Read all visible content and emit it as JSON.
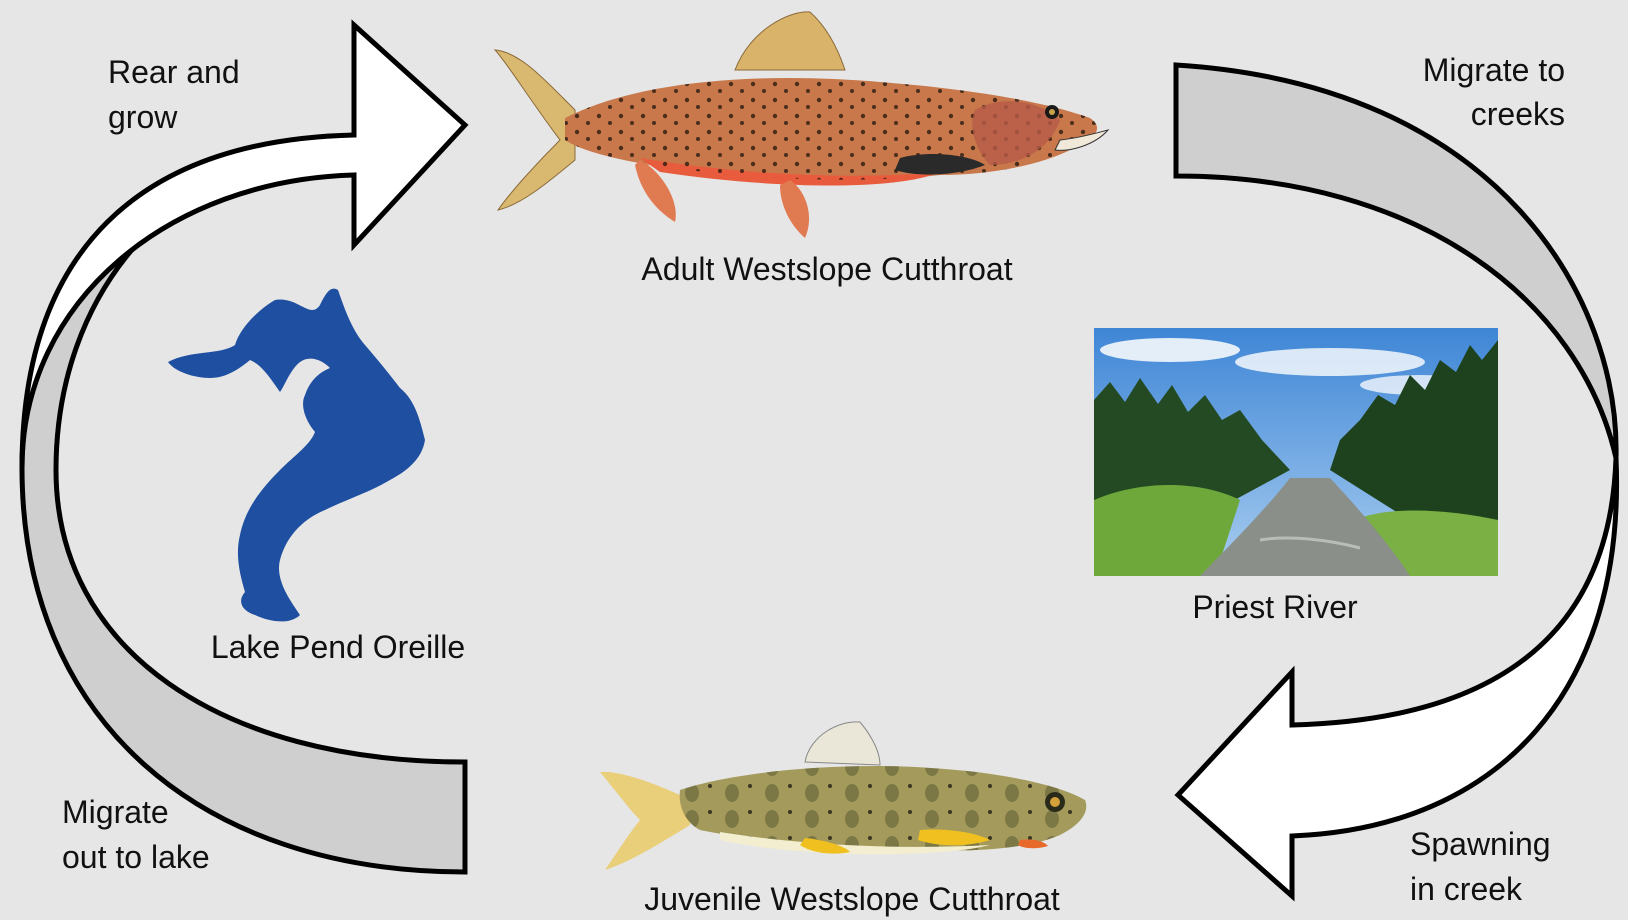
{
  "diagram": {
    "stages": {
      "adult": {
        "label": "Adult Westslope Cutthroat"
      },
      "juvenile": {
        "label": "Juvenile Westslope Cutthroat"
      },
      "lake": {
        "label": "Lake Pend Oreille"
      },
      "river": {
        "label": "Priest River"
      }
    },
    "arrows": {
      "rear_grow": {
        "line1": "Rear and",
        "line2": "grow"
      },
      "migrate_creeks": {
        "line1": "Migrate to",
        "line2": "creeks"
      },
      "spawning": {
        "line1": "Spawning",
        "line2": "in creek"
      },
      "migrate_lake": {
        "line1": "Migrate",
        "line2": "out to lake"
      }
    }
  },
  "colors": {
    "background": "#e6e6e6",
    "arrow_white": "#ffffff",
    "arrow_gray": "#cfcfcf",
    "lake_blue": "#1f4fa0",
    "adult_fish_body": "#c8784a",
    "adult_fish_belly": "#e85b3c",
    "juvenile_fish_body": "#a49a5c",
    "sky": "#5e9fe0",
    "forest": "#2d5a2a",
    "river_water": "#8a8f8a"
  }
}
